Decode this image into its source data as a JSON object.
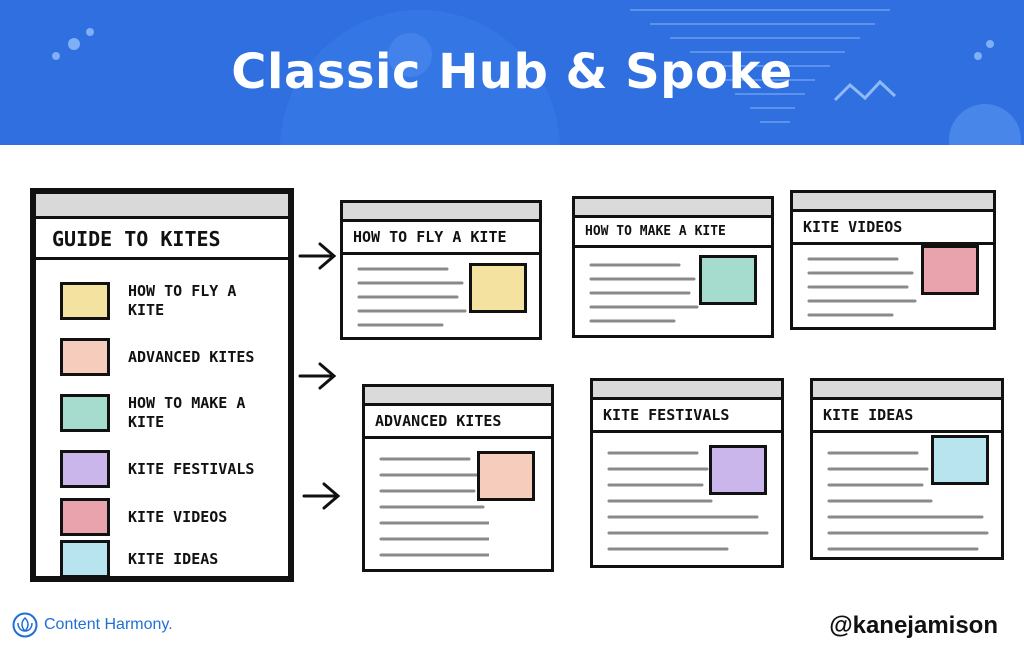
{
  "header": {
    "title": "Classic Hub & Spoke",
    "background": "#2f6fe0"
  },
  "hub": {
    "heading": "Guide to Kites",
    "items": [
      {
        "label": "How to fly a kite",
        "color": "#f4e3a0"
      },
      {
        "label": "Advanced kites",
        "color": "#f6ccbd"
      },
      {
        "label": "How to make a kite",
        "color": "#a6dccd"
      },
      {
        "label": "Kite festivals",
        "color": "#cbb6ec"
      },
      {
        "label": "Kite videos",
        "color": "#e8a3ad"
      },
      {
        "label": "Kite ideas",
        "color": "#b8e4ef"
      }
    ]
  },
  "spokes": [
    {
      "title": "How to fly a kite",
      "color": "#f4e3a0"
    },
    {
      "title": "How to make a kite",
      "color": "#a6dccd"
    },
    {
      "title": "Kite videos",
      "color": "#e8a3ad"
    },
    {
      "title": "Advanced kites",
      "color": "#f6ccbd"
    },
    {
      "title": "Kite festivals",
      "color": "#cbb6ec"
    },
    {
      "title": "Kite ideas",
      "color": "#b8e4ef"
    }
  ],
  "footer": {
    "logo_text": "Content Harmony.",
    "handle": "@kanejamison"
  },
  "icons": {
    "logo": "lotus-logo-icon",
    "arrow": "right-arrow-icon"
  }
}
